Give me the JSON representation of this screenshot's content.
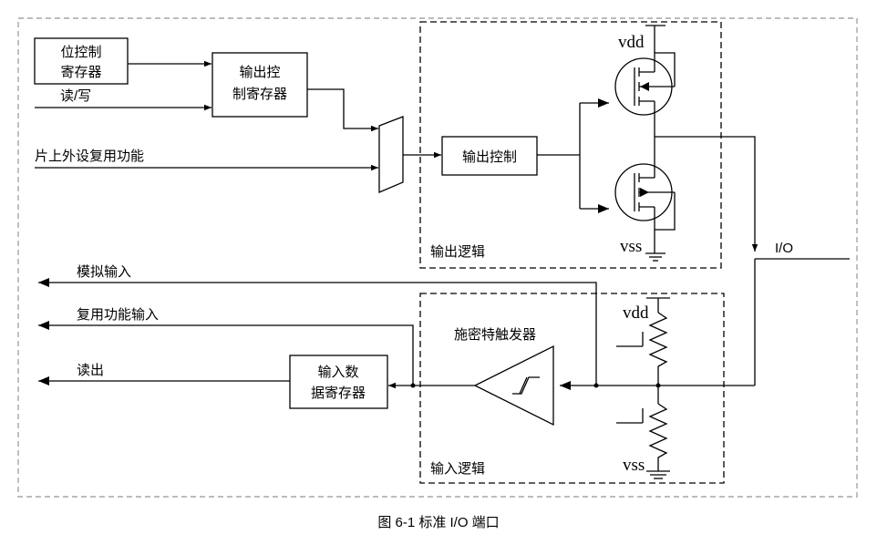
{
  "blocks": {
    "bit_control_register": [
      "位控制",
      "寄存器"
    ],
    "output_control_register": [
      "输出控",
      "制寄存器"
    ],
    "output_control": "输出控制",
    "input_data_register": [
      "输入数",
      "据寄存器"
    ],
    "schmitt_trigger": "施密特触发器"
  },
  "signals": {
    "read_write": "读/写",
    "peripheral_alt": "片上外设复用功能",
    "analog_input": "模拟输入",
    "alt_function_input": "复用功能输入",
    "read_out": "读出",
    "io_pin": "I/O"
  },
  "regions": {
    "output_logic": "输出逻辑",
    "input_logic": "输入逻辑"
  },
  "supplies": {
    "vdd_top": "vdd",
    "vss_top": "vss",
    "vdd_bottom": "vdd",
    "vss_bottom": "vss"
  },
  "caption": "图 6-1 标准 I/O 端口"
}
